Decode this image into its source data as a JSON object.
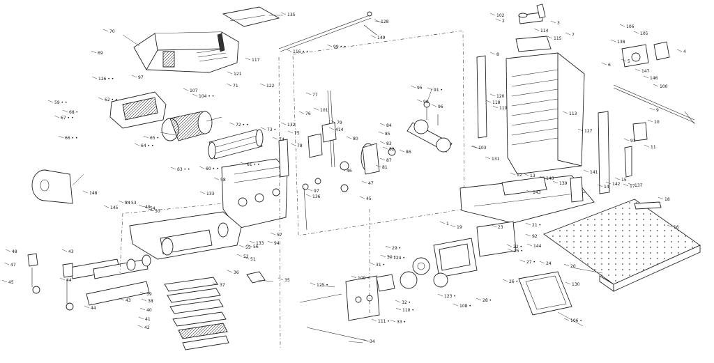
{
  "diagram": {
    "type": "exploded-parts-view",
    "callouts": [
      {
        "id": "c135",
        "label": "135"
      },
      {
        "id": "c70",
        "label": "70"
      },
      {
        "id": "c128",
        "label": "128"
      },
      {
        "id": "c149",
        "label": "149"
      },
      {
        "id": "c99",
        "label": "99 • •"
      },
      {
        "id": "c116",
        "label": "116 • •"
      },
      {
        "id": "c69",
        "label": "69"
      },
      {
        "id": "c126",
        "label": "126 • •"
      },
      {
        "id": "c97a",
        "label": "97"
      },
      {
        "id": "c117",
        "label": "117"
      },
      {
        "id": "c121",
        "label": "121"
      },
      {
        "id": "c122",
        "label": "122"
      },
      {
        "id": "c71",
        "label": "71"
      },
      {
        "id": "c107",
        "label": "107"
      },
      {
        "id": "c104",
        "label": "104 • •"
      },
      {
        "id": "c59",
        "label": "59 • •"
      },
      {
        "id": "c62",
        "label": "62 • •"
      },
      {
        "id": "c68",
        "label": "68 •"
      },
      {
        "id": "c67",
        "label": "67 • •"
      },
      {
        "id": "c66",
        "label": "66 • •"
      },
      {
        "id": "c65",
        "label": "65 •"
      },
      {
        "id": "c64",
        "label": "64 • •"
      },
      {
        "id": "c72",
        "label": "72 • •"
      },
      {
        "id": "c73",
        "label": "73 •"
      },
      {
        "id": "c63",
        "label": "63 • •"
      },
      {
        "id": "c60",
        "label": "60 • •"
      },
      {
        "id": "c61",
        "label": "61 • •"
      },
      {
        "id": "c148",
        "label": "148"
      },
      {
        "id": "c77",
        "label": "77"
      },
      {
        "id": "c101",
        "label": "101"
      },
      {
        "id": "c76",
        "label": "76"
      },
      {
        "id": "c132",
        "label": "132"
      },
      {
        "id": "c79",
        "label": "79"
      },
      {
        "id": "c414",
        "label": "414"
      },
      {
        "id": "c80",
        "label": "80"
      },
      {
        "id": "c95",
        "label": "95"
      },
      {
        "id": "c90",
        "label": "90"
      },
      {
        "id": "c91",
        "label": "91 •"
      },
      {
        "id": "c96",
        "label": "96"
      },
      {
        "id": "c84",
        "label": "84"
      },
      {
        "id": "c85",
        "label": "85"
      },
      {
        "id": "c83",
        "label": "83"
      },
      {
        "id": "c82",
        "label": "82"
      },
      {
        "id": "c86",
        "label": "86"
      },
      {
        "id": "c87",
        "label": "87"
      },
      {
        "id": "c81",
        "label": "81"
      },
      {
        "id": "c75",
        "label": "75"
      },
      {
        "id": "c74",
        "label": "74"
      },
      {
        "id": "c78",
        "label": "78"
      },
      {
        "id": "c97b",
        "label": "97"
      },
      {
        "id": "c46",
        "label": "46"
      },
      {
        "id": "c47",
        "label": "47"
      },
      {
        "id": "c45",
        "label": "45"
      },
      {
        "id": "c136",
        "label": "136"
      },
      {
        "id": "c58",
        "label": "58"
      },
      {
        "id": "c133a",
        "label": "133"
      },
      {
        "id": "c84b",
        "label": "84"
      },
      {
        "id": "c53",
        "label": "53"
      },
      {
        "id": "c54",
        "label": "54"
      },
      {
        "id": "c145",
        "label": "145"
      },
      {
        "id": "c49",
        "label": "49"
      },
      {
        "id": "c50",
        "label": "50"
      },
      {
        "id": "c55",
        "label": "55"
      },
      {
        "id": "c56",
        "label": "56"
      },
      {
        "id": "c57",
        "label": "57"
      },
      {
        "id": "c133b",
        "label": "133"
      },
      {
        "id": "c51",
        "label": "51"
      },
      {
        "id": "c52",
        "label": "52"
      },
      {
        "id": "c94",
        "label": "94"
      },
      {
        "id": "c48",
        "label": "48"
      },
      {
        "id": "c43a",
        "label": "43"
      },
      {
        "id": "c47b",
        "label": "47"
      },
      {
        "id": "c45b",
        "label": "45"
      },
      {
        "id": "c44a",
        "label": "44"
      },
      {
        "id": "c43b",
        "label": "43"
      },
      {
        "id": "c44b",
        "label": "44"
      },
      {
        "id": "c39",
        "label": "39"
      },
      {
        "id": "c38",
        "label": "38"
      },
      {
        "id": "c40",
        "label": "40"
      },
      {
        "id": "c41",
        "label": "41"
      },
      {
        "id": "c42",
        "label": "42"
      },
      {
        "id": "c37",
        "label": "37"
      },
      {
        "id": "c36",
        "label": "36"
      },
      {
        "id": "c35",
        "label": "35"
      },
      {
        "id": "c125",
        "label": "125 •"
      },
      {
        "id": "c34",
        "label": "34"
      },
      {
        "id": "c109",
        "label": "109 •"
      },
      {
        "id": "c1",
        "label": "1"
      },
      {
        "id": "c111",
        "label": "111 •"
      },
      {
        "id": "c33",
        "label": "33 •"
      },
      {
        "id": "c110",
        "label": "110 •"
      },
      {
        "id": "c32",
        "label": "32 •"
      },
      {
        "id": "c31",
        "label": "31 •"
      },
      {
        "id": "c30",
        "label": "30 •"
      },
      {
        "id": "c29",
        "label": "29 •"
      },
      {
        "id": "c124",
        "label": "124 •"
      },
      {
        "id": "c123",
        "label": "123 •"
      },
      {
        "id": "c108",
        "label": "108 •"
      },
      {
        "id": "c28",
        "label": "28 •"
      },
      {
        "id": "c26",
        "label": "26 •"
      },
      {
        "id": "c27",
        "label": "27 •"
      },
      {
        "id": "c25",
        "label": "25 •"
      },
      {
        "id": "c24",
        "label": "24"
      },
      {
        "id": "c130",
        "label": "130"
      },
      {
        "id": "c20",
        "label": "20"
      },
      {
        "id": "c19",
        "label": "19"
      },
      {
        "id": "c18",
        "label": "18"
      },
      {
        "id": "c16",
        "label": "16"
      },
      {
        "id": "c17",
        "label": "17"
      },
      {
        "id": "c15",
        "label": "15"
      },
      {
        "id": "c14",
        "label": "14"
      },
      {
        "id": "c13",
        "label": "13"
      },
      {
        "id": "c21",
        "label": "21 •"
      },
      {
        "id": "c22",
        "label": "22 •"
      },
      {
        "id": "c23",
        "label": "23"
      },
      {
        "id": "c92",
        "label": "92"
      },
      {
        "id": "c144",
        "label": "144"
      },
      {
        "id": "c140",
        "label": "140"
      },
      {
        "id": "c143",
        "label": "143"
      },
      {
        "id": "c142",
        "label": "142"
      },
      {
        "id": "c139",
        "label": "139"
      },
      {
        "id": "c103",
        "label": "103"
      },
      {
        "id": "c131",
        "label": "131"
      },
      {
        "id": "c12",
        "label": "12"
      },
      {
        "id": "c11",
        "label": "11"
      },
      {
        "id": "c93",
        "label": "93"
      },
      {
        "id": "c10",
        "label": "10"
      },
      {
        "id": "c9",
        "label": "9"
      },
      {
        "id": "c127",
        "label": "127"
      },
      {
        "id": "c113",
        "label": "113"
      },
      {
        "id": "c100",
        "label": "100"
      },
      {
        "id": "c6",
        "label": "6"
      },
      {
        "id": "c5",
        "label": "5"
      },
      {
        "id": "c4",
        "label": "4"
      },
      {
        "id": "c3",
        "label": "3"
      },
      {
        "id": "c7",
        "label": "7"
      },
      {
        "id": "c8",
        "label": "8"
      },
      {
        "id": "c106",
        "label": "106"
      },
      {
        "id": "c105",
        "label": "105"
      },
      {
        "id": "c138",
        "label": "138"
      },
      {
        "id": "c147",
        "label": "147"
      },
      {
        "id": "c146",
        "label": "146"
      },
      {
        "id": "c102",
        "label": "102"
      },
      {
        "id": "c2",
        "label": "2"
      },
      {
        "id": "c114",
        "label": "114"
      },
      {
        "id": "c115",
        "label": "115"
      },
      {
        "id": "c120",
        "label": "120"
      },
      {
        "id": "c119",
        "label": "119"
      },
      {
        "id": "c118",
        "label": "118"
      },
      {
        "id": "c106b",
        "label": "106 •"
      },
      {
        "id": "c141",
        "label": "141"
      },
      {
        "id": "c137",
        "label": "137"
      }
    ]
  }
}
